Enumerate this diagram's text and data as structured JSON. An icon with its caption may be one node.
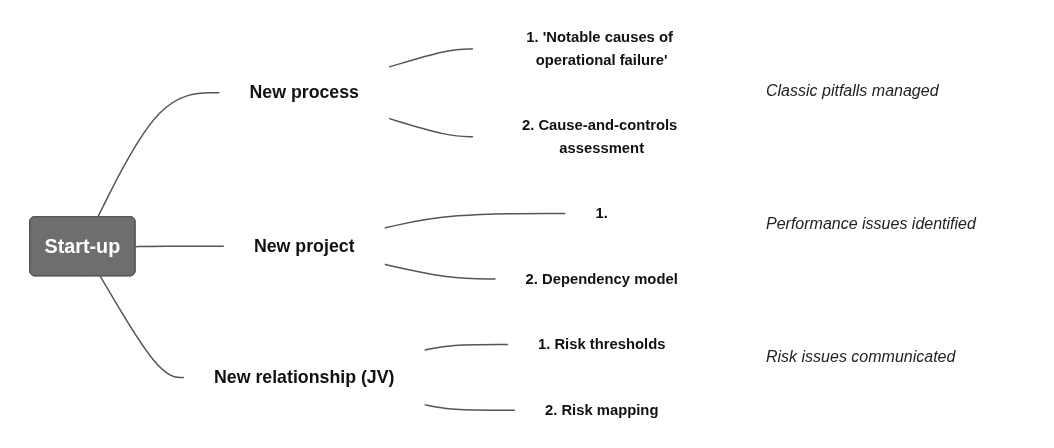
{
  "diagram": {
    "nodes": [
      {
        "text": [
          "Start-up"
        ]
      },
      {
        "text": [
          "New process"
        ]
      },
      {
        "text": [
          "1. 'Notable causes of operational failure'"
        ]
      },
      {
        "text": [
          "2. Cause-and-controls assessment"
        ]
      },
      {
        "text": [
          "New project"
        ]
      },
      {
        "text": [
          "1."
        ]
      },
      {
        "text": [
          "2. Dependency model"
        ]
      },
      {
        "text": [
          "New relationship (JV)"
        ]
      },
      {
        "text": [
          "1. Risk thresholds"
        ]
      },
      {
        "text": [
          "2. Risk mapping"
        ]
      }
    ],
    "edges": [
      {
        "from": 0,
        "to": 1,
        "arrow": "none"
      },
      {
        "from": 1,
        "to": 2,
        "arrow": "none"
      },
      {
        "from": 1,
        "to": 3,
        "arrow": "none"
      },
      {
        "from": 0,
        "to": 4,
        "arrow": "none"
      },
      {
        "from": 4,
        "to": 5,
        "arrow": "none"
      },
      {
        "from": 4,
        "to": 6,
        "arrow": "none"
      },
      {
        "from": 0,
        "to": 7,
        "arrow": "none"
      },
      {
        "from": 7,
        "to": 8,
        "arrow": "none"
      },
      {
        "from": 7,
        "to": 9,
        "arrow": "none"
      }
    ],
    "labels": [
      "Classic pitfalls managed",
      "Performance issues identified",
      "Risk issues communicated"
    ]
  }
}
